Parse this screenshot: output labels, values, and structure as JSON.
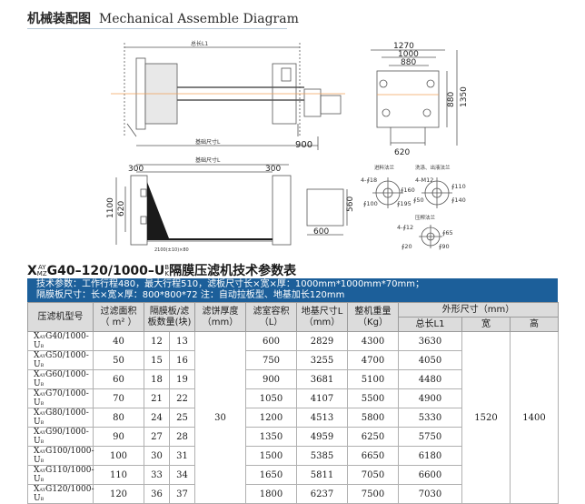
{
  "section": {
    "title_cn": "机械装配图",
    "title_en": "Mechanical Assemble Diagram"
  },
  "drawing": {
    "top_total_length": "总长L1",
    "top_base_length": "基础尺寸L",
    "top_dim_900": "900",
    "side_1270": "1270",
    "side_1000": "1000",
    "side_880": "880",
    "side_1350": "1350",
    "side_880v": "880",
    "side_620": "620",
    "plan_base_length": "基础尺寸L",
    "plan_300_left": "300",
    "plan_300_right": "300",
    "plan_1100": "1100",
    "plan_620": "620",
    "plan_small_label": "2100(±10)×80",
    "foot_560": "560",
    "foot_600": "600",
    "flange_in_title": "进料法兰",
    "flange_in_holes": "4-∮18",
    "flange_in_d1": "∮160",
    "flange_in_d2": "∮100",
    "flange_in_d3": "∮195",
    "flange_out_title": "洗涤、出液法兰",
    "flange_out_holes": "4-M12",
    "flange_out_d1": "∮110",
    "flange_out_d2": "∮50",
    "flange_out_d3": "∮140",
    "flange_press_title": "压榨法兰",
    "flange_press_holes": "4-∮12",
    "flange_press_d1": "∮65",
    "flange_press_d2": "∮20",
    "flange_press_d3": "∮90"
  },
  "table_title": {
    "x": "X",
    "ay": "AY",
    "mz": "MZ",
    "main": "G40–120/1000–U",
    "bk_top": "B",
    "bk_bot": "K",
    "suffix": "隔膜压滤机技术参数表"
  },
  "params": {
    "line1": "技术参数：工作行程480，最大行程510，滤板尺寸长×宽×厚：1000mm*1000mm*70mm；",
    "line2": "隔膜板尺寸：长×宽×厚：800*800*72  注：自动拉板型、地基加长120mm"
  },
  "headers": {
    "model": "压滤机型号",
    "area": "过滤面积",
    "area_unit": "（ m² ）",
    "plates": "隔膜板/滤",
    "plates_unit": "板数量(块)",
    "cake": "滤饼厚度",
    "cake_unit": "（mm）",
    "volume": "滤室容积",
    "volume_unit": "（L）",
    "base": "地基尺寸L",
    "base_unit": "（mm）",
    "weight": "整机重量",
    "weight_unit": "（Kg）",
    "outer": "外形尺寸（mm）",
    "total_len": "总长L1",
    "width": "宽",
    "height": "高"
  },
  "shared": {
    "cake": "30",
    "width": "1520",
    "height": "1400"
  },
  "rows": [
    {
      "prefix": "X",
      "model": "G40/1000-U",
      "area": "40",
      "diaphragm": "12",
      "plates": "13",
      "volume": "600",
      "base": "2829",
      "weight": "4300",
      "length": "3630"
    },
    {
      "prefix": "X",
      "model": "G50/1000-U",
      "area": "50",
      "diaphragm": "15",
      "plates": "16",
      "volume": "750",
      "base": "3255",
      "weight": "4700",
      "length": "4050"
    },
    {
      "prefix": "X",
      "model": "G60/1000-U",
      "area": "60",
      "diaphragm": "18",
      "plates": "19",
      "volume": "900",
      "base": "3681",
      "weight": "5100",
      "length": "4480"
    },
    {
      "prefix": "X",
      "model": "G70/1000-U",
      "area": "70",
      "diaphragm": "21",
      "plates": "22",
      "volume": "1050",
      "base": "4107",
      "weight": "5500",
      "length": "4900"
    },
    {
      "prefix": "X",
      "model": "G80/1000-U",
      "area": "80",
      "diaphragm": "24",
      "plates": "25",
      "volume": "1200",
      "base": "4513",
      "weight": "5800",
      "length": "5330"
    },
    {
      "prefix": "X",
      "model": "G90/1000-U",
      "area": "90",
      "diaphragm": "27",
      "plates": "28",
      "volume": "1350",
      "base": "4959",
      "weight": "6250",
      "length": "5750"
    },
    {
      "prefix": "X",
      "model": "G100/1000-U",
      "area": "100",
      "diaphragm": "30",
      "plates": "31",
      "volume": "1500",
      "base": "5385",
      "weight": "6650",
      "length": "6180"
    },
    {
      "prefix": "X",
      "model": "G110/1000-U",
      "area": "110",
      "diaphragm": "33",
      "plates": "34",
      "volume": "1650",
      "base": "5811",
      "weight": "7050",
      "length": "6600"
    },
    {
      "prefix": "X",
      "model": "G120/1000-U",
      "area": "120",
      "diaphragm": "36",
      "plates": "37",
      "volume": "1800",
      "base": "6237",
      "weight": "7500",
      "length": "7030"
    }
  ]
}
